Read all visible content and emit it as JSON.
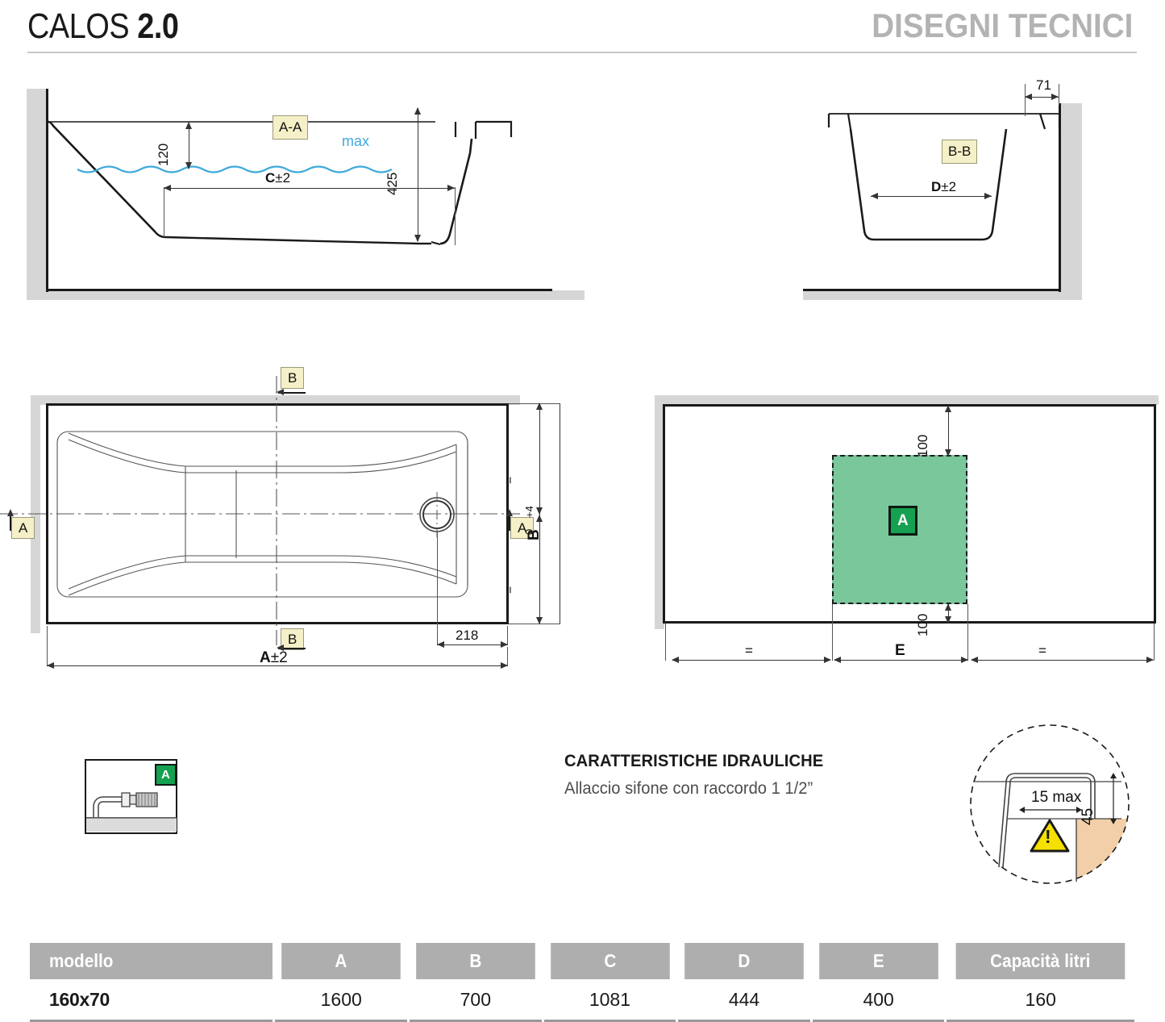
{
  "header": {
    "brand": "CALOS ",
    "brand_version": "2.0",
    "section_title": "DISEGNI TECNICI"
  },
  "section_aa": {
    "badge": "A-A",
    "dim_depth_rim": "120",
    "water_label": "max",
    "dim_height": "425",
    "dim_bottom_length": "C±2",
    "dim_bottom_length_letter": "C",
    "dim_bottom_length_tol": "±2"
  },
  "section_bb": {
    "badge": "B-B",
    "dim_rim_width": "71",
    "dim_bottom_width": "D±2",
    "dim_bottom_width_letter": "D",
    "dim_bottom_width_tol": "±2"
  },
  "plan_view": {
    "badge_b_top": "B",
    "badge_b_bottom": "B",
    "badge_a_left": "A",
    "badge_a_right": "A",
    "dim_width_letter": "B",
    "dim_width_tol_upper": "+4",
    "dim_width_tol_lower": "0",
    "equal_mark_top": "=",
    "equal_mark_bottom": "=",
    "dim_drain_offset": "218",
    "dim_length": "A±2",
    "dim_length_letter": "A",
    "dim_length_tol": "±2"
  },
  "elevation_view": {
    "badge_a": "A",
    "dim_top": "100",
    "dim_bottom": "100",
    "dim_center_letter": "E",
    "equal_left": "=",
    "equal_right": "="
  },
  "detail_drain": {
    "badge_a": "A"
  },
  "hydraulics": {
    "title": "CARATTERISTICHE IDRAULICHE",
    "subtitle": "Allaccio sifone con raccordo 1 1/2”"
  },
  "detail_clearance": {
    "dim_gap": "15 max",
    "dim_height": "45",
    "warning_glyph": "!"
  },
  "table": {
    "headers": [
      "modello",
      "A",
      "B",
      "C",
      "D",
      "E",
      "Capacità litri"
    ],
    "rows": [
      [
        "160x70",
        "1600",
        "700",
        "1081",
        "444",
        "400",
        "160"
      ]
    ]
  },
  "colors": {
    "accent_green_fill": "#7ac79c",
    "accent_green_badge": "#15a052",
    "badge_cream": "#f6f0c8",
    "water_blue": "#3fa9dd",
    "table_header_gray": "#aeaeae",
    "wall_gray": "#d6d6d6",
    "warning_yellow": "#f5e000",
    "floor_tan": "#f2cfa8"
  }
}
